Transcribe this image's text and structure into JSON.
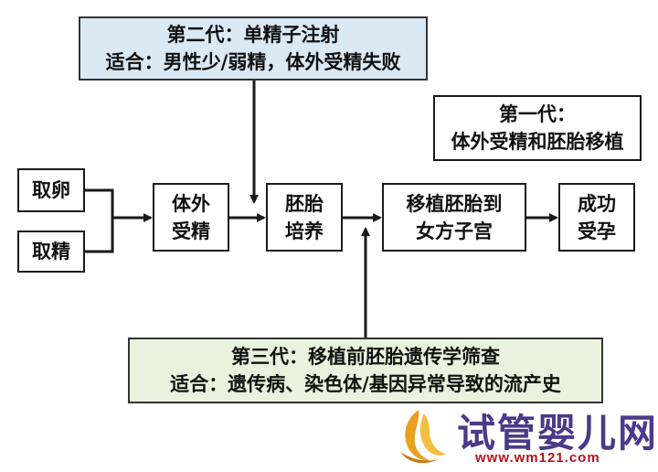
{
  "gen2": {
    "line1": "第二代：单精子注射",
    "line2": "适合：男性少/弱精，体外受精失败"
  },
  "gen1": {
    "line1": "第一代：",
    "line2": "体外受精和胚胎移植"
  },
  "gen3": {
    "line1": "第三代：移植前胚胎遗传学筛查",
    "line2": "适合：遗传病、染色体/基因异常导致的流产史"
  },
  "steps": {
    "egg": "取卵",
    "sperm": "取精",
    "ivf": {
      "line1": "体外",
      "line2": "受精"
    },
    "culture": {
      "line1": "胚胎",
      "line2": "培养"
    },
    "transfer": {
      "line1": "移植胚胎到",
      "line2": "女方子宫"
    },
    "pregnancy": {
      "line1": "成功",
      "line2": "受孕"
    }
  },
  "watermark": {
    "title": "试管婴儿网",
    "url": "www.wm121.com"
  },
  "colors": {
    "gen2_bg": "#dbe9f5",
    "gen3_bg": "#e9f2dc",
    "line": "#1a1a1a",
    "brand_purple": "#4a3a8a",
    "brand_red": "#b5121b"
  }
}
